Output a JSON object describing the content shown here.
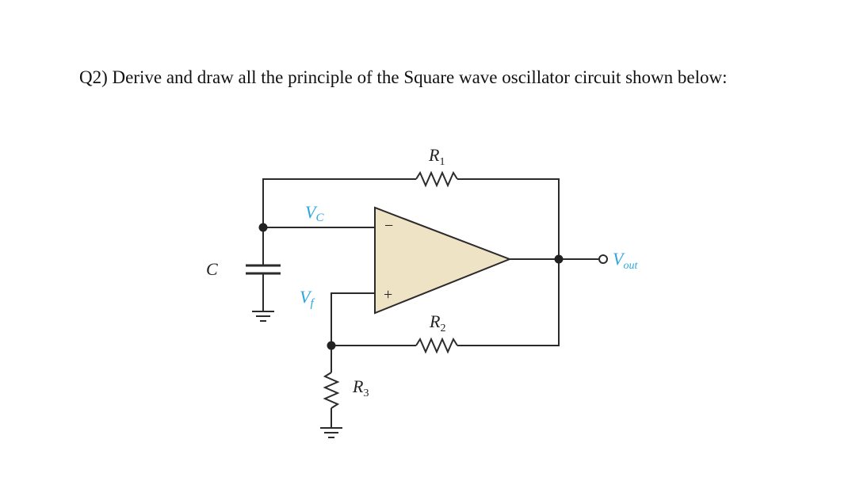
{
  "question": {
    "text": "Q2) Derive and draw all the principle of the Square wave oscillator circuit shown below:"
  },
  "circuit": {
    "opamp_fill": "#efe3c6",
    "labels": {
      "r1": "R",
      "r1_sub": "1",
      "r2": "R",
      "r2_sub": "2",
      "r3": "R",
      "r3_sub": "3",
      "capacitor": "C",
      "vc": "V",
      "vc_sub": "C",
      "vf": "V",
      "vf_sub": "f",
      "vout": "V",
      "vout_sub": "out",
      "minus": "−",
      "plus": "+"
    }
  }
}
